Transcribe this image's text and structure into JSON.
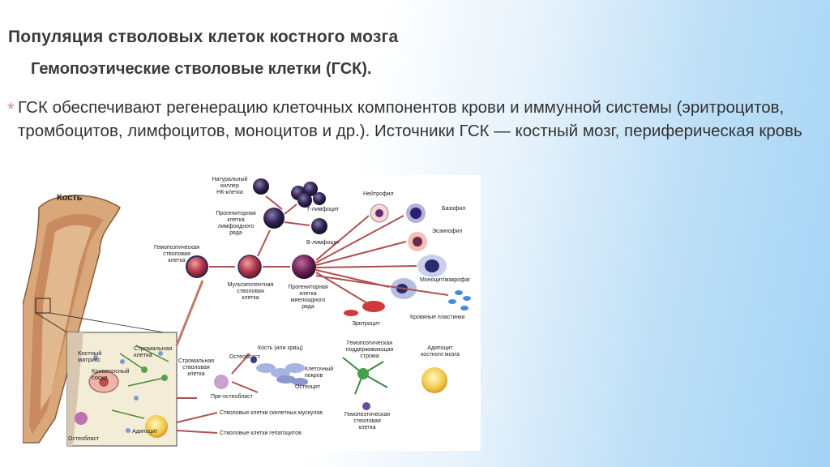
{
  "slide": {
    "title": "Популяция стволовых клеток костного мозга",
    "subtitle": "Гемопоэтические стволовые клетки (ГСК).",
    "bullet_marker": "*",
    "bullet_text": "ГСК обеспечивают регенерацию клеточных компонентов крови и иммунной системы (эритроцитов, тромбоцитов, лимфоцитов, моноцитов и др.). Источники ГСК — костный мозг, периферическая кровь"
  },
  "figure": {
    "labels": {
      "bone": "Кость",
      "nk": "Натуральный\nкиллер\nНК-клетка",
      "t_lymph": "Т-лимфоцит",
      "b_lymph": "В-лимфоцит",
      "lymph_prog": "Прогениторная\nклетка\nлимфоидного\nряда",
      "hsc": "Гемопоэтическая\nстволовая\nклетка",
      "multi": "Мультипотентная\nстволовая\nклетка",
      "myelo_prog": "Прогениторная\nклетка\nмиелоидного\nряда",
      "neutrophil": "Нейтрофил",
      "basophil": "Базофил",
      "eosinophil": "Эозинофил",
      "monocyte": "Моноцит/макрофаг",
      "platelets": "Кровяные пластинки",
      "erythrocyte": "Эритроцит",
      "bone_matrix": "Костный\nматрикс",
      "stromal": "Стромальная\nклетка",
      "blood_vessel": "Кровеносный\nсосуд",
      "adipocyte": "Адипоцит",
      "osteoblast": "Остеобласт",
      "stromal_stem": "Стромальная\nстволовая\nклетка",
      "osteoblast2": "Остеобласт",
      "bone_or_cart": "Кость (или хрящ)",
      "cell_cover": "Клеточный\nпокров",
      "osteocyte": "Остеоцит",
      "pre_osteoblast": "Пре-остеобласт",
      "skeletal_muscle": "Стволовые клетки скелетных мускулов",
      "hepatocyte": "Стволовые клетки гепатоцитов",
      "support_stroma": "Гемопоэтическая\nподдерживающая\nстрома",
      "marrow_adipocyte": "Адипоцит\nкостного мозга",
      "hsc2": "Гемопоэтическая\nстволовая\nклетка"
    }
  }
}
